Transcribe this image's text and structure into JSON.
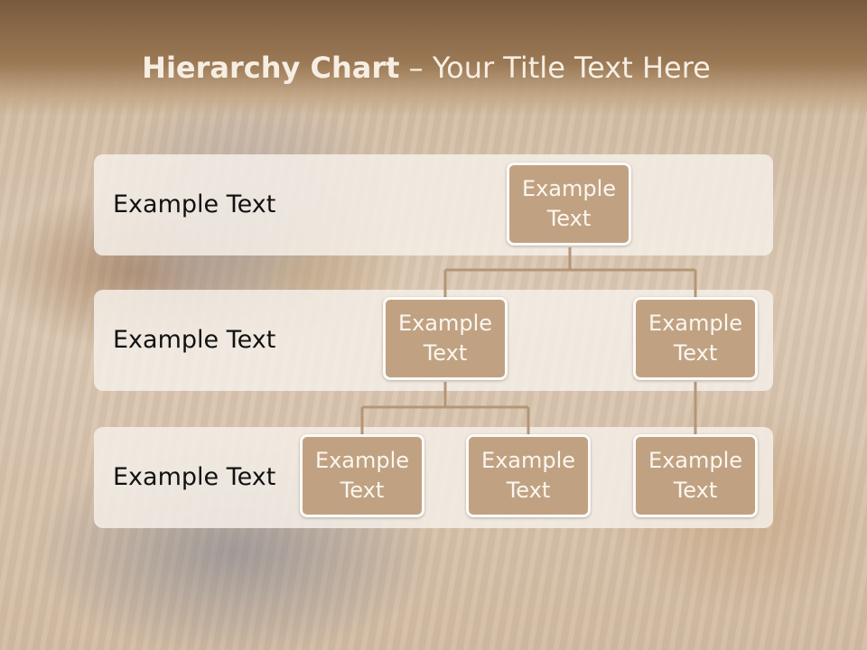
{
  "title": {
    "bold": "Hierarchy Chart",
    "rest": " – Your Title Text Here"
  },
  "levels": [
    {
      "label": "Example Text"
    },
    {
      "label": "Example Text"
    },
    {
      "label": "Example Text"
    }
  ],
  "nodes": {
    "root": "Example Text",
    "level2_left": "Example Text",
    "level2_right": "Example Text",
    "level3_left": "Example Text",
    "level3_middle": "Example Text",
    "level3_right": "Example Text"
  },
  "colors": {
    "node_fill": "#c0a283",
    "node_border": "#fdfaf5",
    "connector": "#b49677",
    "band_fill": "#f4efe8",
    "header": "#7a5a3d"
  }
}
